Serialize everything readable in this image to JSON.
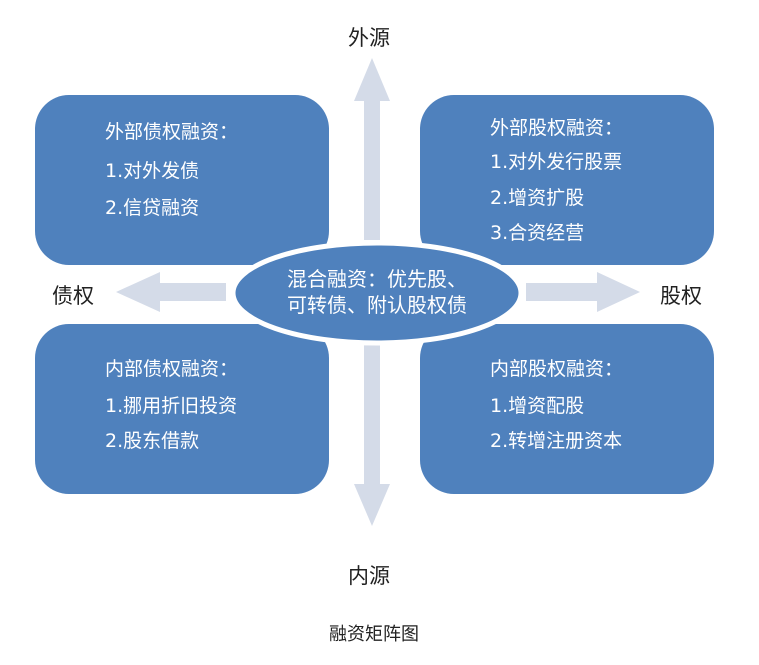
{
  "axes": {
    "top": "外源",
    "bottom": "内源",
    "left": "债权",
    "right": "股权"
  },
  "quadrants": {
    "top_left": {
      "title": "外部债权融资：",
      "items": [
        "1.对外发债",
        "2.信贷融资"
      ]
    },
    "top_right": {
      "title": "外部股权融资：",
      "items": [
        "1.对外发行股票",
        "2.增资扩股",
        "3.合资经营"
      ]
    },
    "bottom_left": {
      "title": "内部债权融资：",
      "items": [
        "1.挪用折旧投资",
        "2.股东借款"
      ]
    },
    "bottom_right": {
      "title": "内部股权融资：",
      "items": [
        "1.增资配股",
        "2.转增注册资本"
      ]
    }
  },
  "center": {
    "line1": "混合融资：优先股、",
    "line2": "可转债、附认股权债"
  },
  "caption": "融资矩阵图",
  "colors": {
    "box_fill": "#4f81bd",
    "arrow_fill": "#d4dbe8",
    "text_light": "#ffffff",
    "text_dark": "#222222",
    "ellipse_stroke": "#ffffff"
  }
}
